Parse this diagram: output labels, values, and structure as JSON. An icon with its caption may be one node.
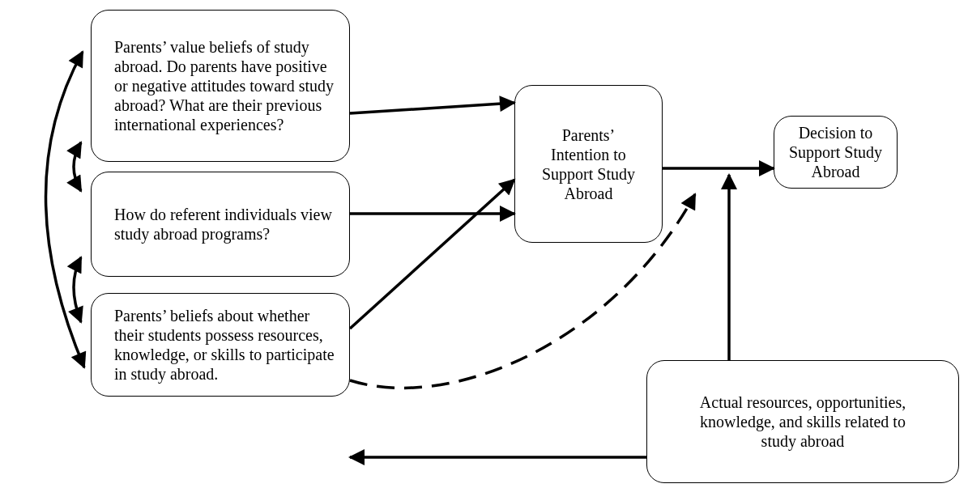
{
  "diagram": {
    "nodes": [
      {
        "text": [
          "Parents’ value beliefs of study abroad. Do parents have positive or negative attitudes toward study abroad? What are their previous international experiences?"
        ]
      },
      {
        "text": [
          "How do referent individuals view study abroad programs?"
        ]
      },
      {
        "text": [
          "Parents’ beliefs about whether their students possess resources, knowledge, or skills to participate in study abroad."
        ]
      },
      {
        "text": [
          "Parents’ Intention to Support Study Abroad"
        ]
      },
      {
        "text": [
          "Decision to Support Study Abroad"
        ]
      },
      {
        "text": [
          "Actual resources, opportunities, knowledge, and skills related to study abroad"
        ]
      }
    ],
    "edges": [
      {
        "from": 0,
        "to": 3,
        "arrow": "to"
      },
      {
        "from": 1,
        "to": 3,
        "arrow": "to"
      },
      {
        "from": 2,
        "to": 3,
        "arrow": "to"
      },
      {
        "from": 3,
        "to": 4,
        "arrow": "to"
      },
      {
        "from": 2,
        "to": null,
        "arrow": "to",
        "style": "dashed"
      },
      {
        "from": 5,
        "to": null,
        "arrow": "to"
      },
      {
        "from": 5,
        "to": 2,
        "arrow": "to"
      },
      {
        "from": 0,
        "to": 1,
        "arrow": "both"
      },
      {
        "from": 1,
        "to": 2,
        "arrow": "both"
      },
      {
        "from": 0,
        "to": 2,
        "arrow": "both"
      }
    ]
  }
}
